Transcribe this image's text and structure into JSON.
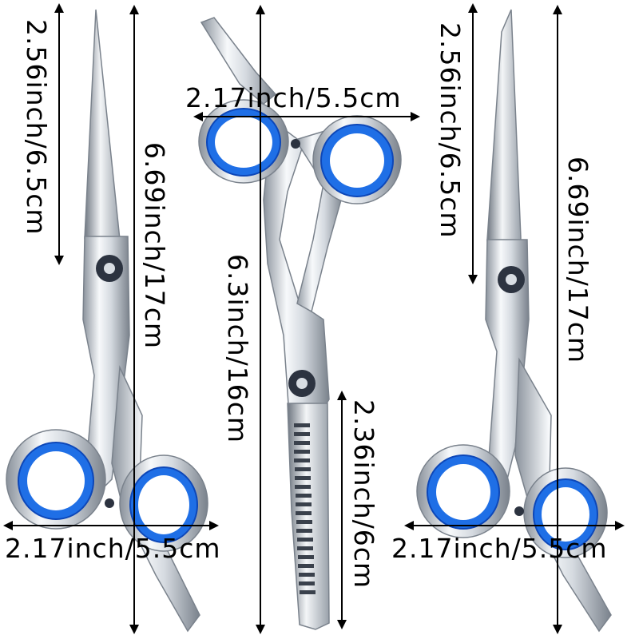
{
  "colors": {
    "steel_light": "#f4f6f8",
    "steel_mid": "#c9cfd6",
    "steel_dark": "#7d858f",
    "ring_blue": "#1f6fe6",
    "ring_blue_dark": "#0d47b8",
    "screw": "#2c3340",
    "text": "#000000"
  },
  "items": [
    {
      "name": "left-scissors",
      "length_label": "6.69inch/17cm",
      "blade_label": "2.56inch/6.5cm",
      "width_label": "2.17inch/5.5cm"
    },
    {
      "name": "thinning-scissors",
      "length_label": "6.3inch/16cm",
      "blade_label": "2.36inch/6cm",
      "width_label": "2.17inch/5.5cm"
    },
    {
      "name": "right-scissors",
      "length_label": "6.69inch/17cm",
      "blade_label": "2.56inch/6.5cm",
      "width_label": "2.17inch/5.5cm"
    }
  ]
}
